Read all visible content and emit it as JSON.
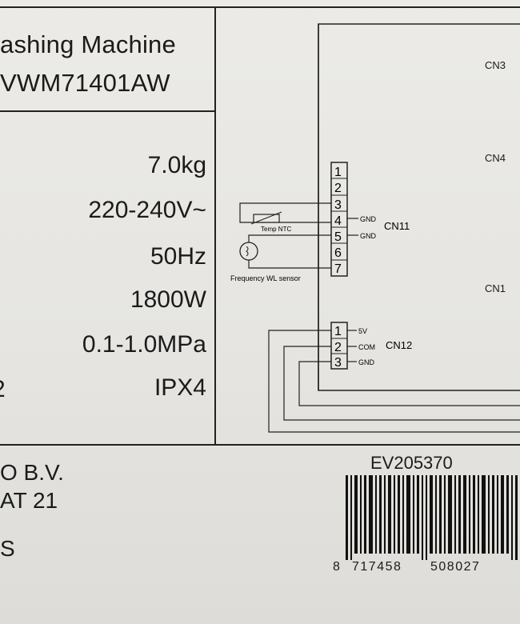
{
  "header": {
    "product_name": "ashing Machine",
    "model": "VWM71401AW"
  },
  "specs": [
    {
      "value": "7.0kg"
    },
    {
      "value": "220-240V~"
    },
    {
      "value": "50Hz"
    },
    {
      "value": "1800W"
    },
    {
      "value": "0.1-1.0MPa"
    },
    {
      "value": "IPX4"
    }
  ],
  "left_fragment": "2",
  "bottom": {
    "company": "O B.V.",
    "street": "AT 21",
    "line3": "S"
  },
  "serial": "EV205370",
  "barcode_digits": {
    "lead": "8",
    "group1": "717458",
    "group2": "508027"
  },
  "diagram": {
    "connectors": {
      "cn3": "CN3",
      "cn4": "CN4",
      "cn11": "CN11",
      "cn1": "CN1",
      "cn12": "CN12"
    },
    "cn11_pins": [
      "1",
      "2",
      "3",
      "4",
      "5",
      "6",
      "7"
    ],
    "cn12_pins": [
      "1",
      "2",
      "3"
    ],
    "signals": {
      "gnd4": "GND",
      "gnd5": "GND",
      "v5": "5V",
      "com": "COM",
      "gnd_cn12": "GND"
    },
    "parts": {
      "temp_ntc": "Temp NTC",
      "wl_sensor": "Frequency WL sensor"
    }
  }
}
